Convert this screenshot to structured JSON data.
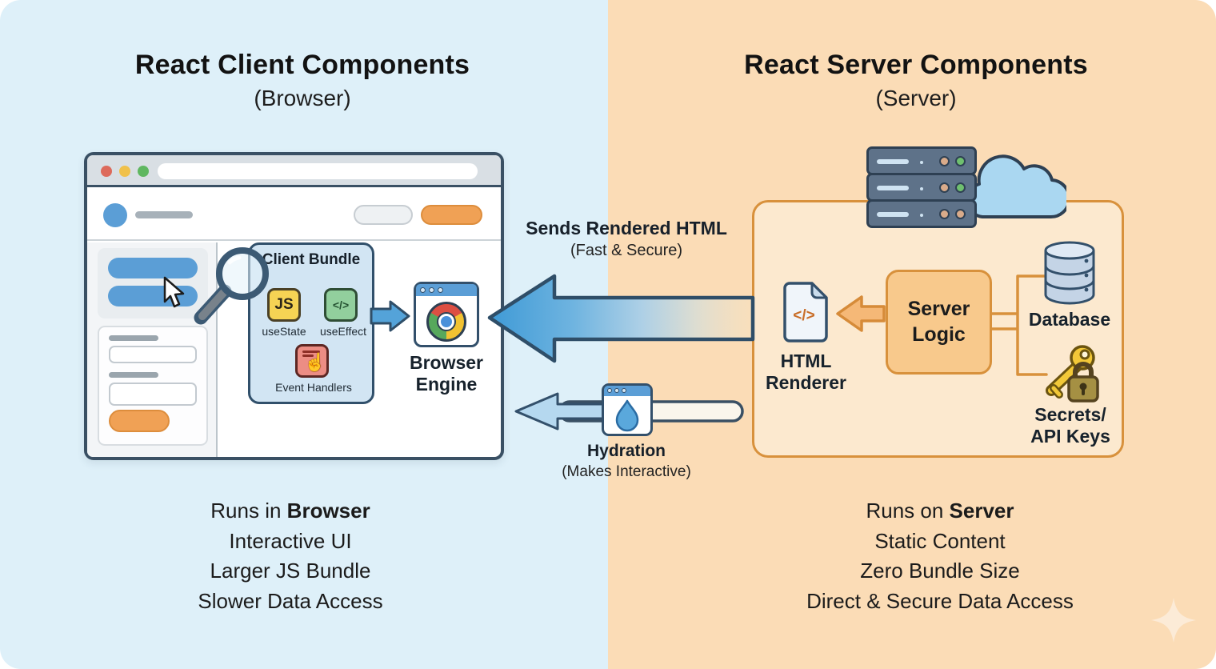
{
  "left": {
    "title": "React Client Components",
    "subtitle": "(Browser)",
    "client_bundle": {
      "title": "Client Bundle",
      "js_badge": "JS",
      "code_glyph": "</>",
      "use_state": "useState",
      "use_effect": "useEffect",
      "event_handlers": "Event Handlers"
    },
    "browser_engine_label": "Browser Engine",
    "facts": {
      "line1_prefix": "Runs in ",
      "line1_bold": "Browser",
      "line2": "Interactive UI",
      "line3": "Larger JS Bundle",
      "line4": "Slower Data Access"
    }
  },
  "center": {
    "sends_title": "Sends Rendered HTML",
    "sends_subtitle": "(Fast & Secure)",
    "hydration_title": "Hydration",
    "hydration_subtitle": "(Makes Interactive)"
  },
  "right": {
    "title": "React Server Components",
    "subtitle": "(Server)",
    "html_renderer_label": "HTML Renderer",
    "html_renderer_glyph": "</>",
    "server_logic_label": "Server Logic",
    "database_label": "Database",
    "secrets_line1": "Secrets/",
    "secrets_line2": "API Keys",
    "facts": {
      "line1_prefix": "Runs on ",
      "line1_bold": "Server",
      "line2": "Static Content",
      "line3": "Zero Bundle Size",
      "line4": "Direct & Secure Data Access"
    }
  },
  "colors": {
    "left_background": "#def0f9",
    "right_background": "#fbdcb6",
    "navy_outline": "#33506b",
    "orange_outline": "#d8913c",
    "blue_fill": "#5b9ed6",
    "orange_fill": "#f0a155",
    "arrow_blue": "#47a0da",
    "js_yellow": "#f5d354",
    "effect_green": "#92cf9d",
    "event_red": "#ec8d84",
    "server_panel": "#fce9cf",
    "logic_fill": "#f8c98c"
  }
}
